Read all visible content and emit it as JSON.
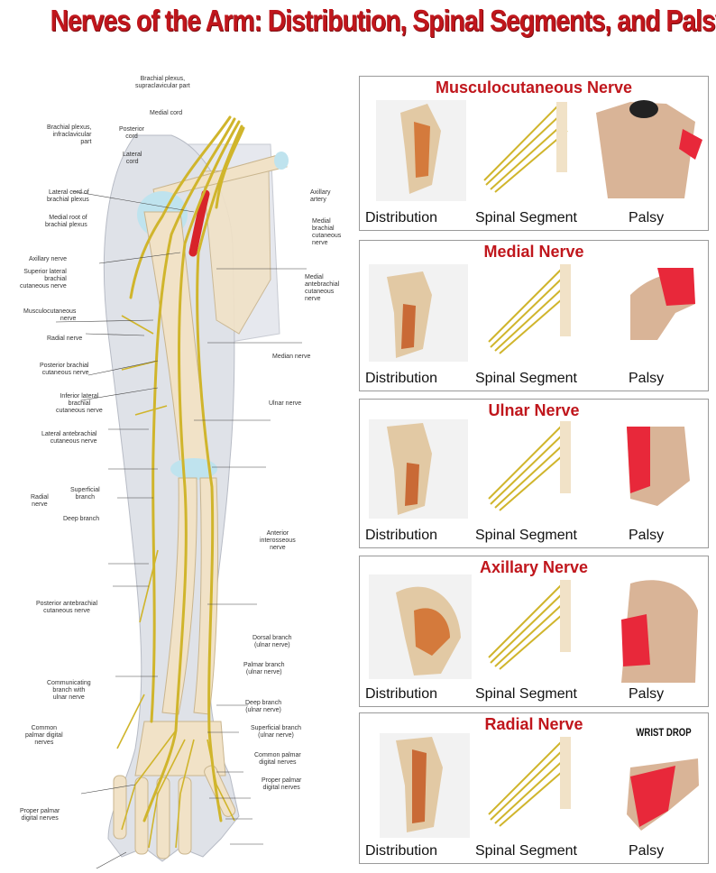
{
  "title": "Nerves of the Arm: Distribution, Spinal Segments, and Palsy",
  "anatomy_labels": {
    "brachial_plexus_supra": "Brachial plexus,\nsupraclavicular part",
    "medial_cord": "Medial cord",
    "brachial_plexus_infra": "Brachial plexus,\ninfraclavicular\npart",
    "posterior_cord": "Posterior\ncord",
    "lateral_cord": "Lateral\ncord",
    "lateral_cord_bp": "Lateral cord of\nbrachial plexus",
    "medial_root": "Medial root of\nbrachial plexus",
    "axillary_artery": "Axillary\nartery",
    "medial_brachial": "Medial\nbrachial\ncutaneous\nnerve",
    "axillary_nerve": "Axillary nerve",
    "superior_lateral": "Superior lateral\nbrachial\ncutaneous nerve",
    "medial_antebrachial": "Medial\nantebrachial\ncutaneous\nnerve",
    "musculocutaneous": "Musculocutaneous\nnerve",
    "radial_nerve": "Radial nerve",
    "median_nerve": "Median nerve",
    "posterior_brachial": "Posterior brachial\ncutaneous nerve",
    "inferior_lateral": "Inferior lateral\nbrachial\ncutaneous nerve",
    "ulnar_nerve": "Ulnar nerve",
    "lateral_antebrachial": "Lateral antebrachial\ncutaneous nerve",
    "radial_nerve_group": "Radial\nnerve",
    "superficial_branch": "Superficial\nbranch",
    "deep_branch": "Deep branch",
    "anterior_interosseous": "Anterior\ninterosseous\nnerve",
    "posterior_antebrachial": "Posterior antebrachial\ncutaneous nerve",
    "dorsal_branch": "Dorsal branch\n(ulnar nerve)",
    "palmar_branch": "Palmar branch\n(ulnar nerve)",
    "communicating_branch": "Communicating\nbranch with\nulnar nerve",
    "deep_branch_ulnar": "Deep branch\n(ulnar nerve)",
    "common_palmar": "Common\npalmar digital\nnerves",
    "superficial_branch_ulnar": "Superficial branch\n(ulnar nerve)",
    "common_palmar_2": "Common palmar\ndigital nerves",
    "proper_palmar": "Proper palmar\ndigital nerves",
    "proper_palmar_2": "Proper palmar\ndigital nerves"
  },
  "panels": [
    {
      "title": "Musculocutaneous Nerve",
      "distribution": "Distribution",
      "spinal": "Spinal Segment",
      "palsy": "Palsy"
    },
    {
      "title": "Medial Nerve",
      "distribution": "Distribution",
      "spinal": "Spinal Segment",
      "palsy": "Palsy"
    },
    {
      "title": "Ulnar Nerve",
      "distribution": "Distribution",
      "spinal": "Spinal Segment",
      "palsy": "Palsy"
    },
    {
      "title": "Axillary Nerve",
      "distribution": "Distribution",
      "spinal": "Spinal Segment",
      "palsy": "Palsy"
    },
    {
      "title": "Radial Nerve",
      "distribution": "Distribution",
      "spinal": "Spinal Segment",
      "palsy": "Palsy",
      "palsy_note": "WRIST DROP"
    }
  ],
  "colors": {
    "title": "#c0161c",
    "nerve": "#d8c034",
    "bone": "#efe0c2",
    "skin": "#d9dce3",
    "palsy_highlight": "#e8283a"
  }
}
